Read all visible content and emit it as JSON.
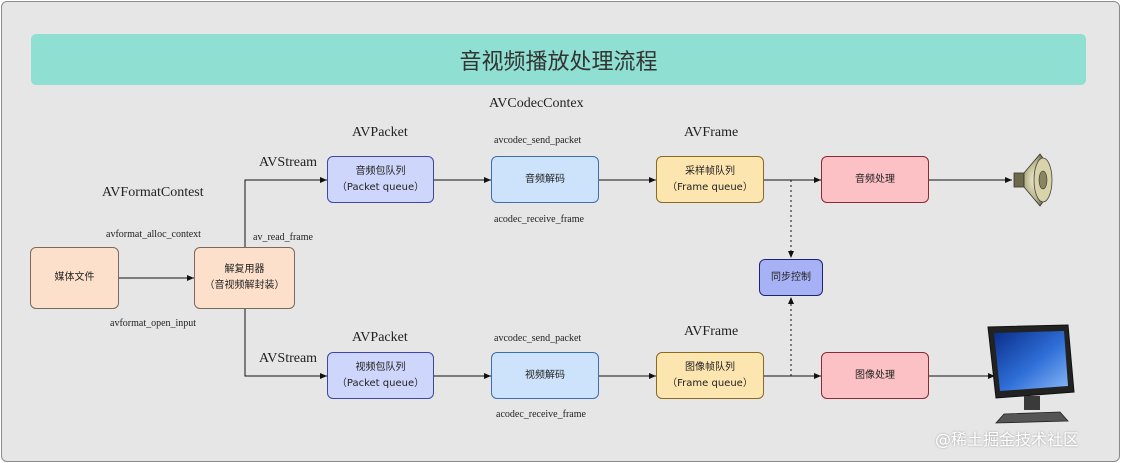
{
  "title": "音视频播放处理流程",
  "labels": {
    "avcodec_contex": "AVCodecContex",
    "avformat_contest": "AVFormatContest",
    "avformat_alloc_context": "avformat_alloc_context",
    "av_read_frame": "av_read_frame",
    "avformat_open_input": "avformat_open_input",
    "avstream_top": "AVStream",
    "avstream_bottom": "AVStream",
    "avpacket_top": "AVPacket",
    "avpacket_bottom": "AVPacket",
    "avframe_top": "AVFrame",
    "avframe_bottom": "AVFrame",
    "send_packet_top": "avcodec_send_packet",
    "send_packet_bottom": "avcodec_send_packet",
    "receive_frame_top": "acodec_receive_frame",
    "receive_frame_bottom": "acodec_receive_frame"
  },
  "nodes": {
    "media_file": "媒体文件",
    "demuxer_line1": "解复用器",
    "demuxer_line2": "（音视频解封装）",
    "audio_packet_line1": "音频包队列",
    "audio_packet_line2": "（Packet queue）",
    "audio_decode": "音频解码",
    "sample_frame_line1": "采样帧队列",
    "sample_frame_line2": "（Frame queue）",
    "audio_process": "音频处理",
    "sync_control": "同步控制",
    "video_packet_line1": "视频包队列",
    "video_packet_line2": "（Packet queue）",
    "video_decode": "视频解码",
    "image_frame_line1": "图像帧队列",
    "image_frame_line2": "（Frame queue）",
    "image_process": "图像处理"
  },
  "watermark": "@稀土掘金技术社区",
  "icons": [
    "speaker-icon",
    "monitor-icon"
  ],
  "colors": {
    "banner": "#8fe0d2",
    "peach": "#fde0cb",
    "lavender": "#cfd6fb",
    "blue": "#cde3fb",
    "yellow": "#fde5b0",
    "pink": "#fbc1c4",
    "sync": "#a7b1f6"
  }
}
